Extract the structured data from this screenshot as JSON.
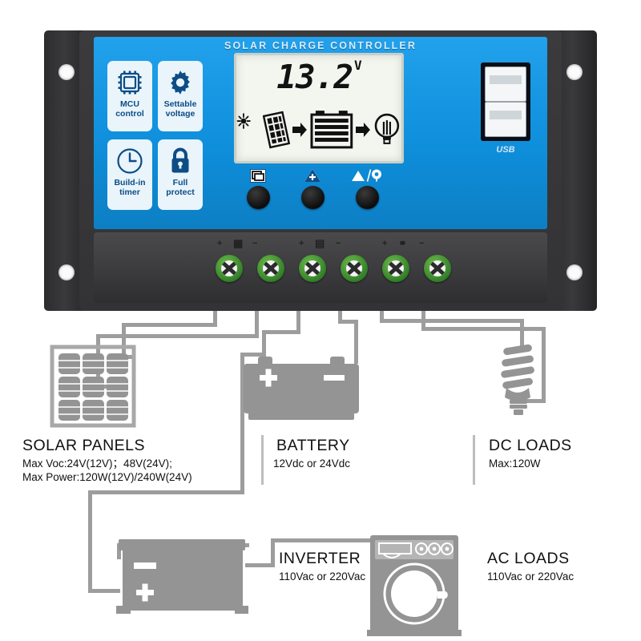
{
  "controller": {
    "title": "SOLAR CHARGE CONTROLLER",
    "usb_label": "USB",
    "lcd": {
      "value": "13.2",
      "unit": "V",
      "flow_icons": [
        "sun-icon",
        "solar-panel-icon",
        "arrow-right-icon",
        "battery-icon",
        "arrow-right-icon",
        "bulb-icon"
      ]
    },
    "badges": [
      {
        "icon": "chip-icon",
        "line1": "MCU",
        "line2": "control"
      },
      {
        "icon": "gear-icon",
        "line1": "Settable",
        "line2": "voltage"
      },
      {
        "icon": "clock-icon",
        "line1": "Build-in",
        "line2": "timer"
      },
      {
        "icon": "lock-icon",
        "line1": "Full",
        "line2": "protect"
      }
    ],
    "buttons": [
      {
        "icon": "menu-square-icon",
        "name": "menu-button"
      },
      {
        "icon": "triangle-plus-icon",
        "name": "up-button"
      },
      {
        "icon": "triangle-light-icon",
        "name": "load-button"
      }
    ],
    "terminals": [
      {
        "name": "solar-positive",
        "symbol": "+"
      },
      {
        "name": "solar-negative",
        "symbol": "−"
      },
      {
        "name": "battery-positive",
        "symbol": "+"
      },
      {
        "name": "battery-negative",
        "symbol": "−"
      },
      {
        "name": "load-positive",
        "symbol": "+"
      },
      {
        "name": "load-negative",
        "symbol": "−"
      }
    ],
    "terminal_groups": [
      "solar-panel-symbol",
      "battery-symbol",
      "load-lamp-symbol"
    ]
  },
  "labels": {
    "solar": {
      "title": "SOLAR  PANELS",
      "line1": "Max  Voc:24V(12V)；48V(24V);",
      "line2": "Max  Power:120W(12V)/240W(24V)"
    },
    "battery": {
      "title": "BATTERY",
      "line1": "12Vdc  or  24Vdc"
    },
    "dcloads": {
      "title": "DC LOADS",
      "line1": "Max:120W"
    },
    "inverter": {
      "title": "INVERTER",
      "line1": "110Vac  or  220Vac"
    },
    "acloads": {
      "title": "AC  LOADS",
      "line1": "110Vac  or  220Vac"
    }
  },
  "graphics": {
    "solar_panel": "solar-panel-graphic",
    "battery": "battery-graphic",
    "bulb": "cfl-bulb-graphic",
    "inverter": "inverter-graphic",
    "washer": "washing-machine-graphic"
  },
  "colors": {
    "faceplate_blue": "#1b9ae8",
    "badge_bg": "#e9f4fb",
    "badge_text": "#0d4d86",
    "terminal_green": "#4f9e36",
    "wire_gray": "#9d9d9d",
    "device_gray": "#939393",
    "case_black": "#363638",
    "lcd_bg": "#f3f5ef"
  }
}
